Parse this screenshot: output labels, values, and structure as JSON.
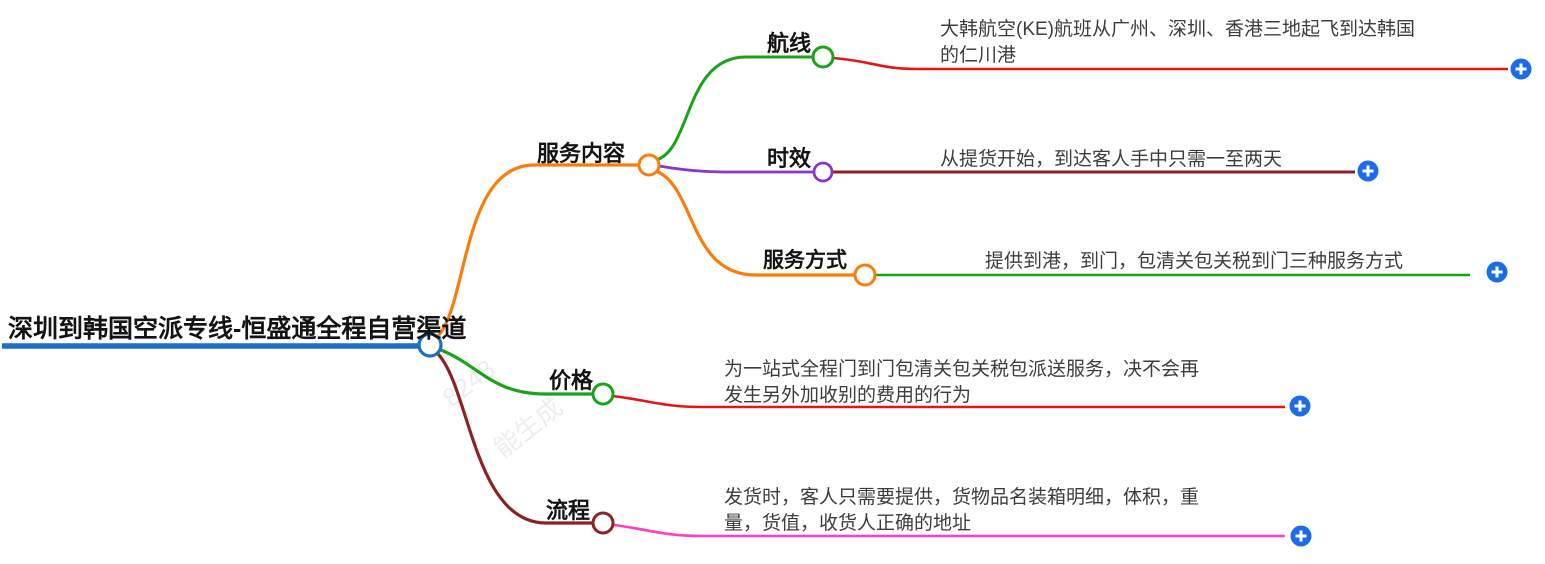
{
  "root": {
    "label": "深圳到韩国空派专线-恒盛通全程自营渠道"
  },
  "branches": [
    {
      "label": "服务内容",
      "children": [
        {
          "label": "航线",
          "desc_lines": [
            "大韩航空(KE)航班从广州、深圳、香港三地起飞到达韩国",
            "的仁川港"
          ]
        },
        {
          "label": "时效",
          "desc_lines": [
            "从提货开始，到达客人手中只需一至两天"
          ]
        },
        {
          "label": "服务方式",
          "desc_lines": [
            "提供到港，到门，包清关包关税到门三种服务方式"
          ]
        }
      ]
    },
    {
      "label": "价格",
      "desc_lines": [
        "为一站式全程门到门包清关包关税包派送服务，决不会再",
        "发生另外加收别的费用的行为"
      ]
    },
    {
      "label": "流程",
      "desc_lines": [
        "发货时，客人只需要提供，货物品名装箱明细，体积，重",
        "量，货值，收货人正确的地址"
      ]
    }
  ],
  "colors": {
    "root_blue": "#1b6fc9",
    "orange": "#f97d0b",
    "green": "#18a318",
    "purple": "#8a36c9",
    "red": "#e51515",
    "maroon": "#8b2323",
    "magenta": "#ff3ec1",
    "plus_blue": "#1c6ce8",
    "node_fill": "#ffffff"
  },
  "watermark": {
    "fragments": [
      "8248",
      "能生成"
    ]
  }
}
